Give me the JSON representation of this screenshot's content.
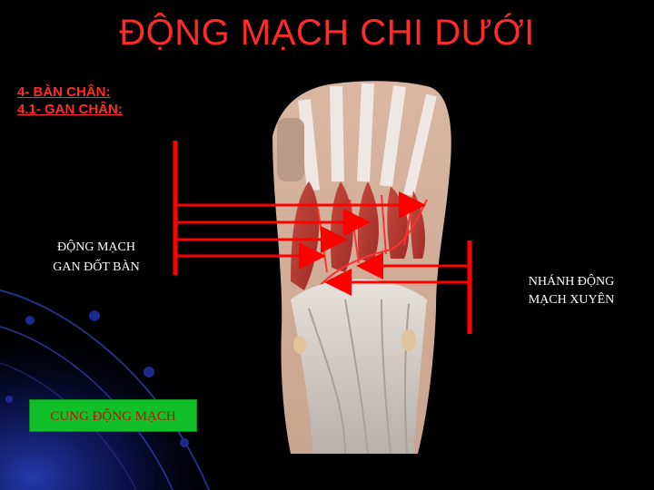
{
  "slide": {
    "title": "ĐỘNG MẠCH CHI DƯỚI",
    "heading_1": "4- BÀN CHÂN:",
    "heading_2": "4.1- GAN CHÂN:",
    "label_left_line1": "ĐỘNG MẠCH",
    "label_left_line2": "GAN ĐỐT BÀN",
    "label_right_line1": "NHÁNH ĐỘNG",
    "label_right_line2": "MẠCH XUYÊN",
    "green_box_label": "CUNG ĐỘNG MẠCH"
  },
  "colors": {
    "title": "#ff2a2a",
    "headings": "#ff2a2a",
    "arrows": "#ff0000",
    "green_box": "#11c028",
    "green_box_text": "#c01010",
    "background": "#000000"
  }
}
